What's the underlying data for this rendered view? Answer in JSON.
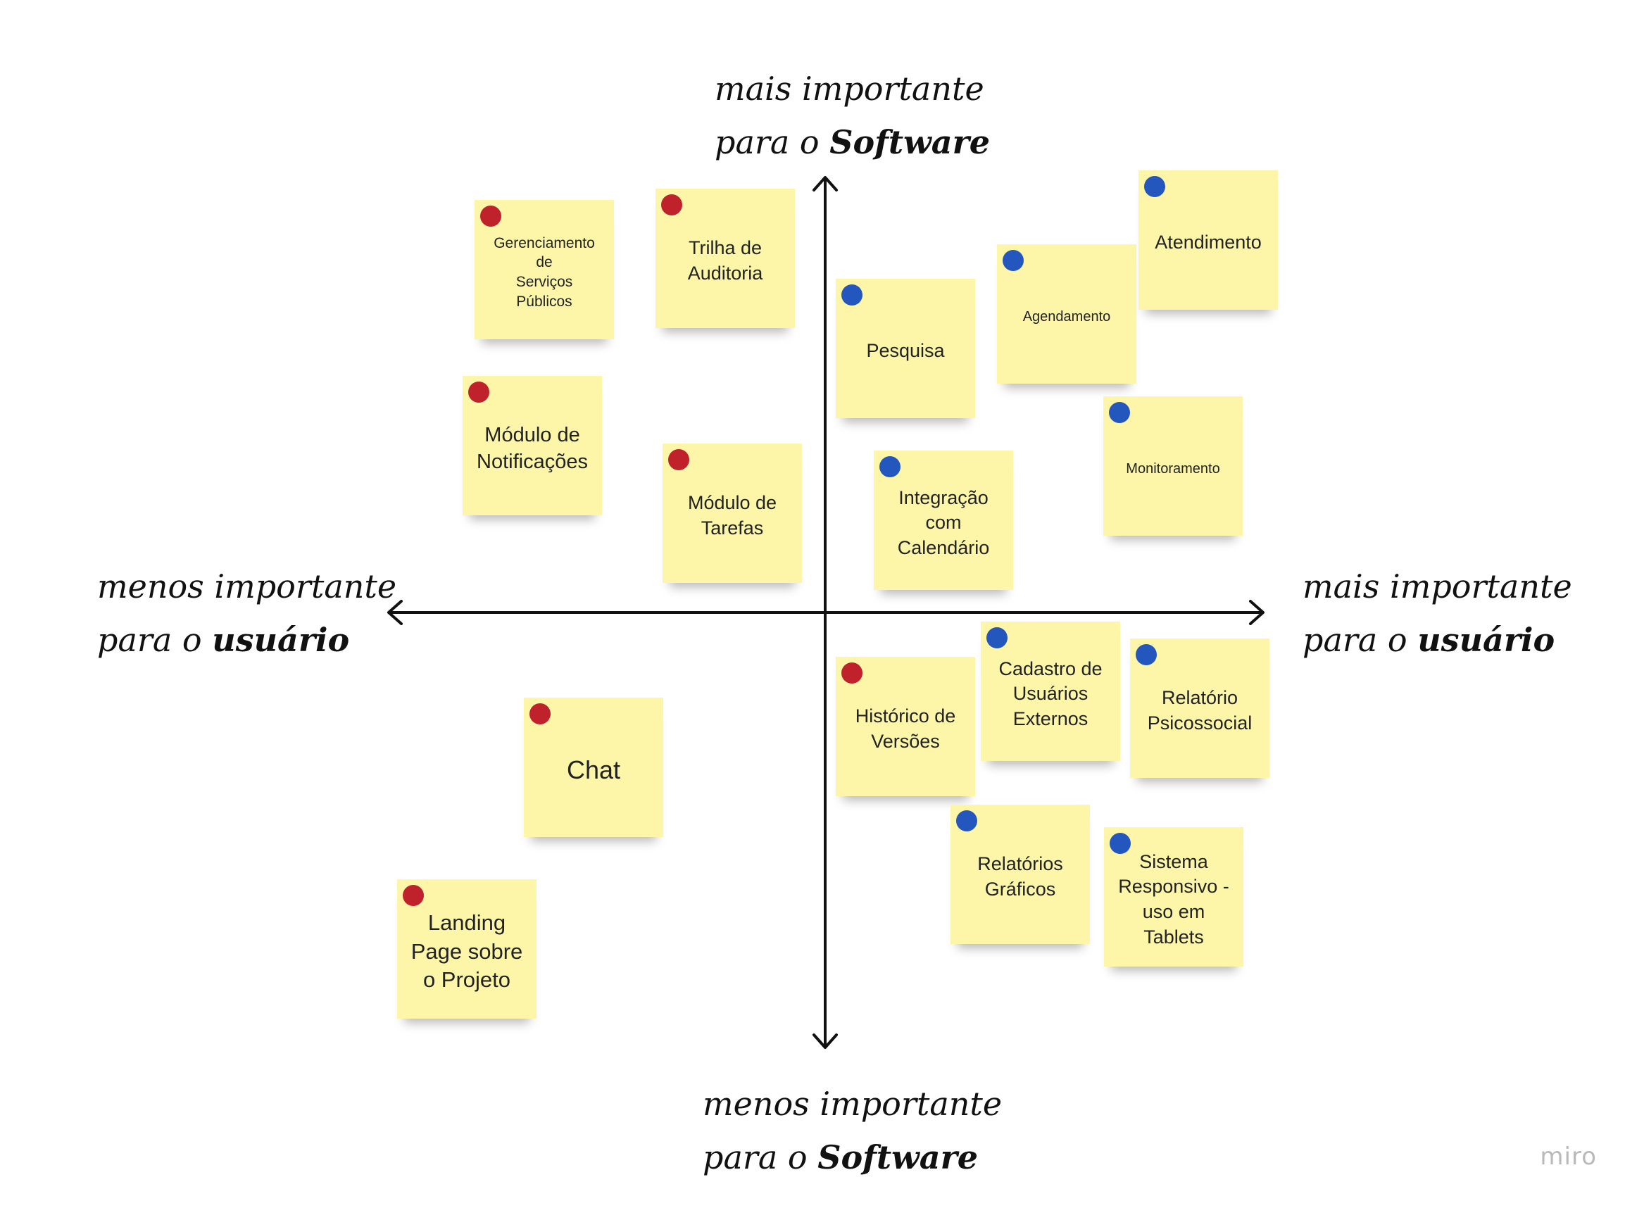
{
  "axes": {
    "top": {
      "line1": "mais importante",
      "line2_prefix": "para o ",
      "line2_bold": "Software"
    },
    "bottom": {
      "line1": "menos importante",
      "line2_prefix": "para o ",
      "line2_bold": "Software"
    },
    "left": {
      "line1": "menos importante",
      "line2_prefix": "para o ",
      "line2_bold": "usuário"
    },
    "right": {
      "line1": "mais importante",
      "line2_prefix": "para o ",
      "line2_bold": "usuário"
    }
  },
  "colors": {
    "red_dot": "#c0222b",
    "blue_dot": "#2457be",
    "note": "#fdf6a8"
  },
  "notes": [
    {
      "text": "Gerenciamento\nde\nServiços\nPúblicos",
      "dot": "red"
    },
    {
      "text": "Trilha de\nAuditoria",
      "dot": "red"
    },
    {
      "text": "Módulo de\nNotificações",
      "dot": "red"
    },
    {
      "text": "Módulo de\nTarefas",
      "dot": "red"
    },
    {
      "text": "Pesquisa",
      "dot": "blue"
    },
    {
      "text": "Agendamento",
      "dot": "blue"
    },
    {
      "text": "Atendimento",
      "dot": "blue"
    },
    {
      "text": "Integração\ncom\nCalendário",
      "dot": "blue"
    },
    {
      "text": "Monitoramento",
      "dot": "blue"
    },
    {
      "text": "Histórico de\nVersões",
      "dot": "red"
    },
    {
      "text": "Cadastro de\nUsuários\nExternos",
      "dot": "blue"
    },
    {
      "text": "Relatório\nPsicossocial",
      "dot": "blue"
    },
    {
      "text": "Chat",
      "dot": "red"
    },
    {
      "text": "Relatórios\nGráficos",
      "dot": "blue"
    },
    {
      "text": "Sistema\nResponsivo -\nuso em\nTablets",
      "dot": "blue"
    },
    {
      "text": "Landing\nPage sobre\no Projeto",
      "dot": "red"
    }
  ],
  "brand": "miro"
}
